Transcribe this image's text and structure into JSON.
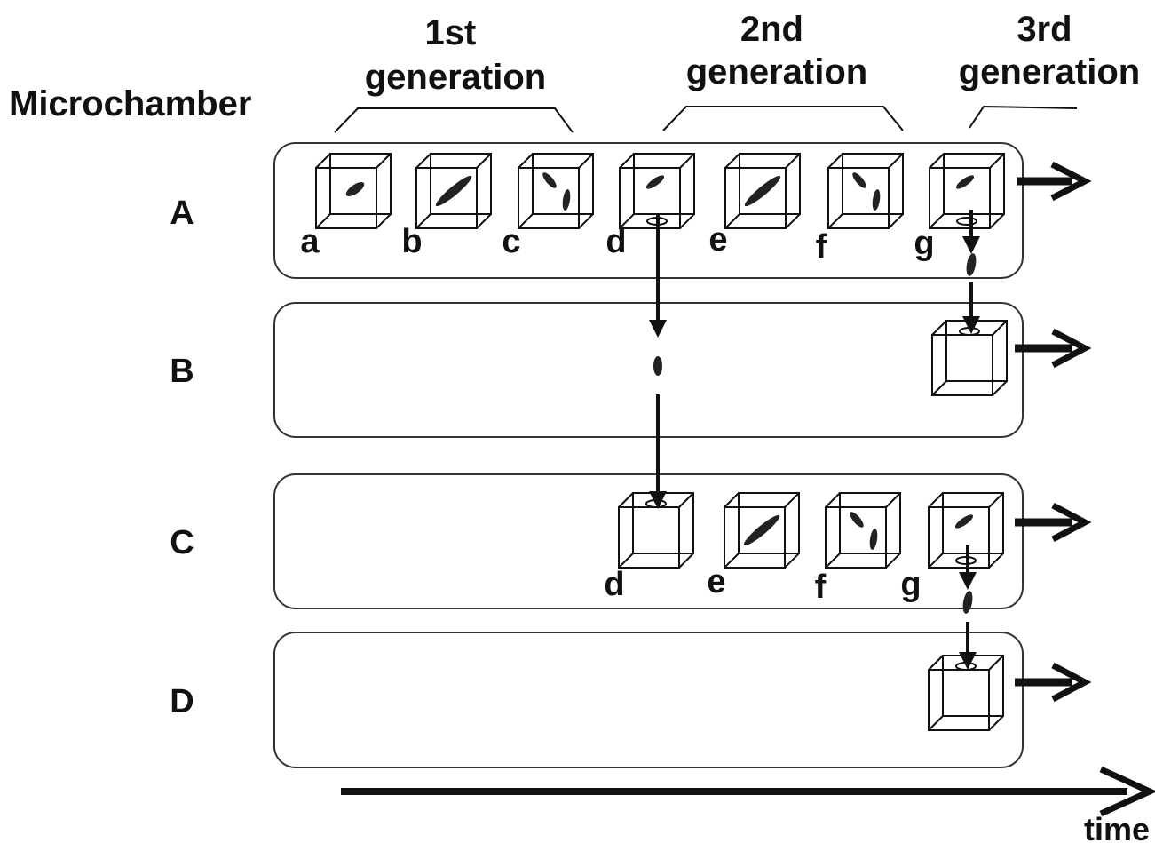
{
  "labels": {
    "side_title": "Microchamber",
    "time": "time",
    "generations": [
      {
        "lines": [
          "1st",
          "generation"
        ]
      },
      {
        "lines": [
          "2nd",
          "generation"
        ]
      },
      {
        "lines": [
          "3rd",
          "generation"
        ]
      }
    ]
  },
  "rows": [
    {
      "label": "A",
      "cells": [
        "a",
        "b",
        "c",
        "d",
        "e",
        "f",
        "g"
      ]
    },
    {
      "label": "B",
      "cells": []
    },
    {
      "label": "C",
      "cells": [
        "d",
        "e",
        "f",
        "g"
      ]
    },
    {
      "label": "D",
      "cells": []
    }
  ]
}
